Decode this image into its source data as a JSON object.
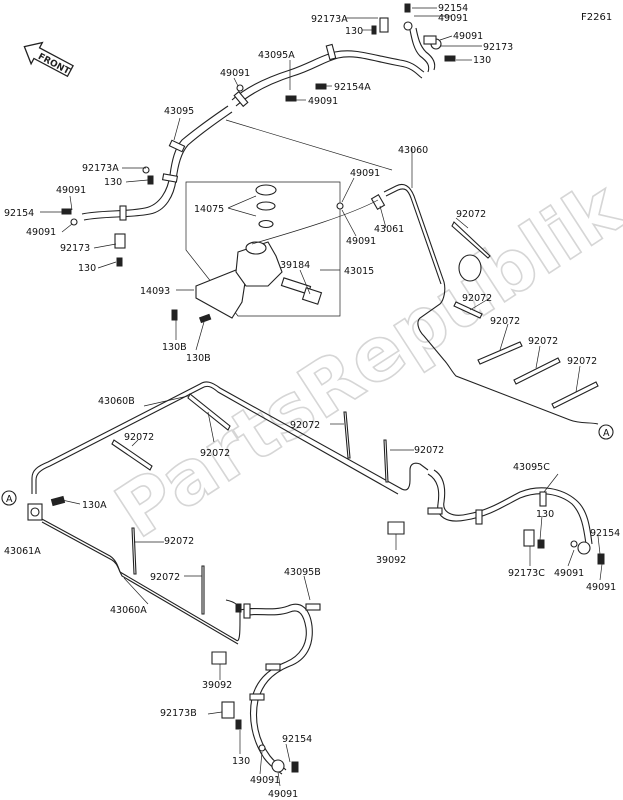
{
  "diagram_code": "F2261",
  "front_arrow_label": "FRONT",
  "watermark": "PartsRepublik",
  "connector_label": "A",
  "labels": {
    "p92154_top": "92154",
    "p92173A_top": "92173A",
    "p49091_top1": "49091",
    "p49091_top2": "49091",
    "p92173_top": "92173",
    "p130_top_a": "130",
    "p130_top_b": "130",
    "p43095A": "43095A",
    "p49091_a": "49091",
    "p92154A": "92154A",
    "p49091_b": "49091",
    "p43095": "43095",
    "p92173A_left": "92173A",
    "p130_left1": "130",
    "p49091_left1": "49091",
    "p92154_left": "92154",
    "p49091_left2": "49091",
    "p92173_left": "92173",
    "p130_left2": "130",
    "p43060": "43060",
    "p49091_mc": "49091",
    "p14075": "14075",
    "p49091_mc2": "49091",
    "p43061": "43061",
    "p39184": "39184",
    "p43015": "43015",
    "p14093": "14093",
    "p130B_1": "130B",
    "p130B_2": "130B",
    "p92072_r1": "92072",
    "p92072_r2": "92072",
    "p92072_r3": "92072",
    "p92072_r4": "92072",
    "p92072_r5": "92072",
    "p43060B": "43060B",
    "p92072_l1": "92072",
    "p92072_l2": "92072",
    "p92072_m1": "92072",
    "p92072_m2": "92072",
    "p130A": "130A",
    "p43061A": "43061A",
    "p92072_l3": "92072",
    "p92072_l4": "92072",
    "p43060A": "43060A",
    "p43095C": "43095C",
    "p130_c": "130",
    "p92154_c": "92154",
    "p39092_c": "39092",
    "p92173C": "92173C",
    "p49091_c1": "49091",
    "p49091_c2": "49091",
    "p43095B": "43095B",
    "p39092_b": "39092",
    "p92173B": "92173B",
    "p130_b": "130",
    "p92154_b": "92154",
    "p49091_b1": "49091",
    "p49091_b2": "49091"
  }
}
